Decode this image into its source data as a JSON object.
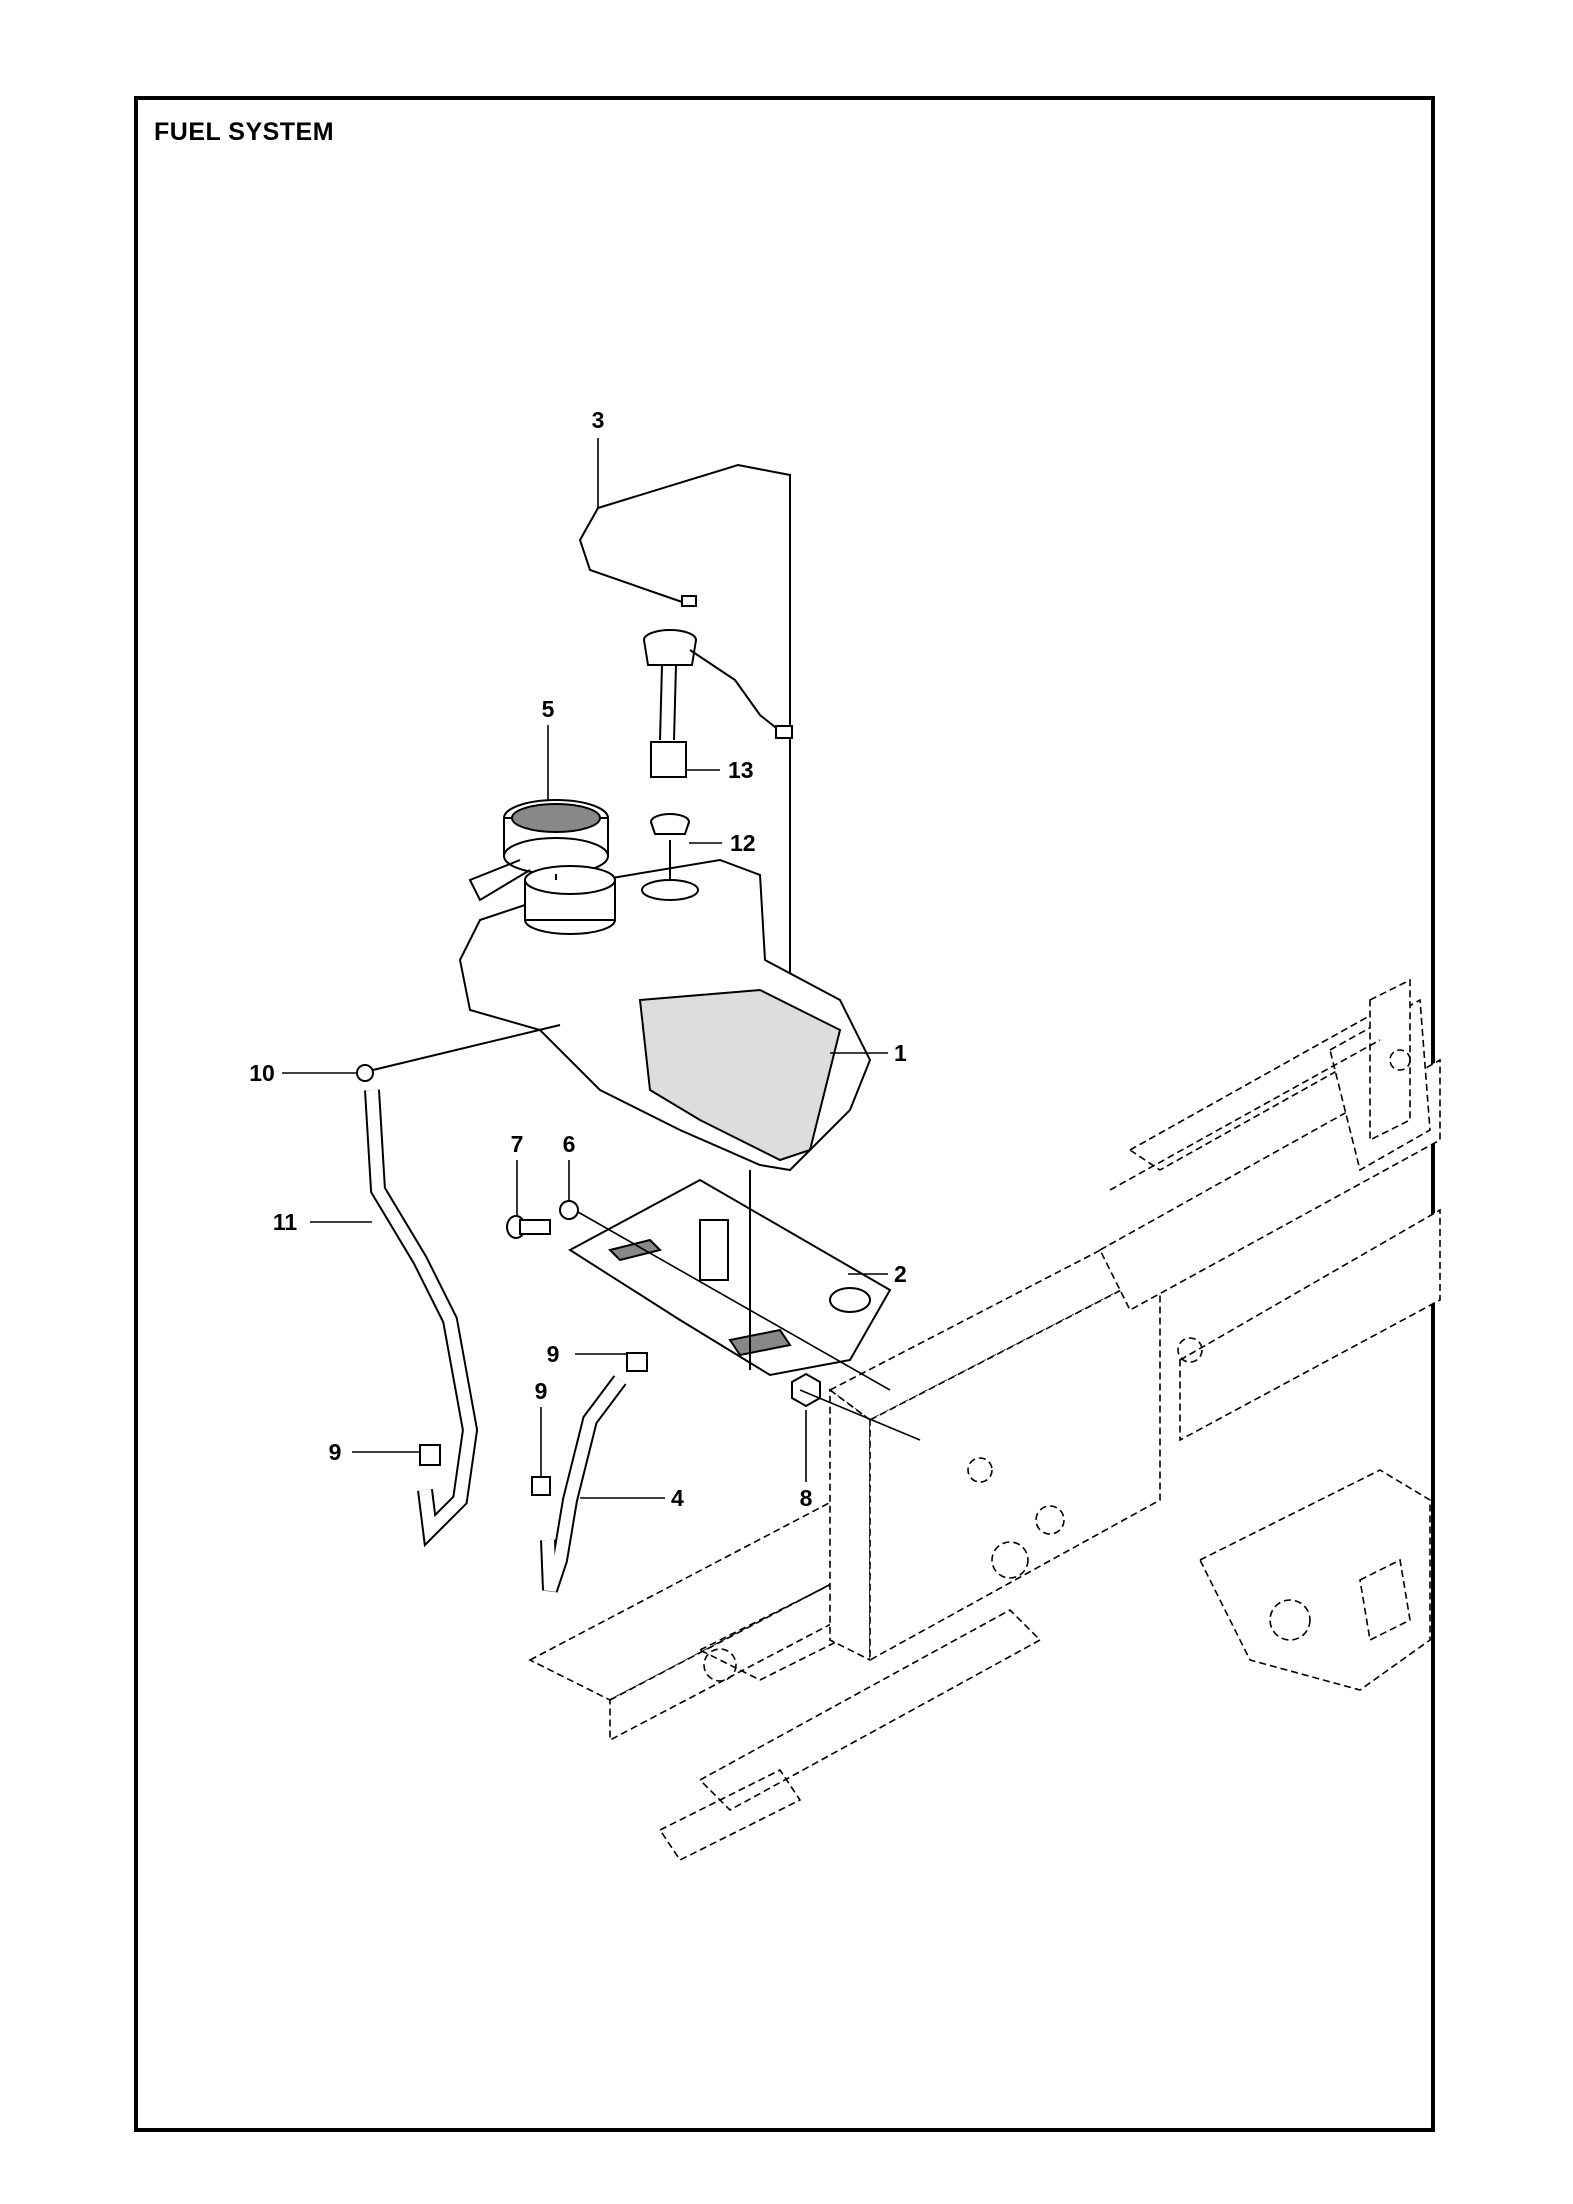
{
  "title": "FUEL SYSTEM",
  "callouts": [
    {
      "id": "callout-1",
      "label": "1"
    },
    {
      "id": "callout-2",
      "label": "2"
    },
    {
      "id": "callout-3",
      "label": "3"
    },
    {
      "id": "callout-4",
      "label": "4"
    },
    {
      "id": "callout-5",
      "label": "5"
    },
    {
      "id": "callout-6",
      "label": "6"
    },
    {
      "id": "callout-7",
      "label": "7"
    },
    {
      "id": "callout-8",
      "label": "8"
    },
    {
      "id": "callout-9a",
      "label": "9"
    },
    {
      "id": "callout-9b",
      "label": "9"
    },
    {
      "id": "callout-9c",
      "label": "9"
    },
    {
      "id": "callout-10",
      "label": "10"
    },
    {
      "id": "callout-11",
      "label": "11"
    },
    {
      "id": "callout-12",
      "label": "12"
    },
    {
      "id": "callout-13",
      "label": "13"
    }
  ]
}
